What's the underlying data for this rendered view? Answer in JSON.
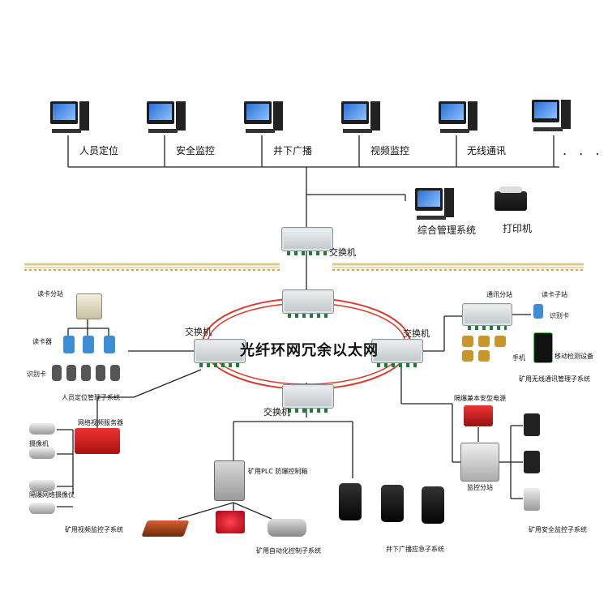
{
  "terminals": [
    {
      "label": "人员定位"
    },
    {
      "label": "安全监控"
    },
    {
      "label": "井下广播"
    },
    {
      "label": "视频监控"
    },
    {
      "label": "无线通讯"
    },
    {
      "label": ""
    }
  ],
  "more_marker": ". . .",
  "management": {
    "label": "综合管理系统",
    "printer": "打印机"
  },
  "core_switch_label": "交换机",
  "ring": {
    "label": "光纤环网冗余以太网",
    "left_switch_label": "交换机",
    "right_switch_label": "交换机",
    "bottom_switch_label": "交换机"
  },
  "personnel": {
    "station_label": "读卡分站",
    "reader_label": "读卡器",
    "card_label": "识别卡",
    "subsystem": "人员定位管理子系统"
  },
  "wireless": {
    "station_label": "通讯分站",
    "substation_label": "读卡子站",
    "id_card": "识别卡",
    "phone_label": "手机",
    "mobile_label": "移动检测设备",
    "subsystem": "矿用无线通讯管理子系统"
  },
  "video": {
    "server_label": "网络视频服务器",
    "camera_label": "摄像机",
    "ir_camera_label": "隔爆网络摄像仪",
    "subsystem": "矿用视频监控子系统"
  },
  "plc": {
    "box_label": "矿用PLC 防爆控制箱",
    "subsystem": "矿用自动化控制子系统"
  },
  "broadcast": {
    "subsystem": "井下广播应急子系统"
  },
  "safety": {
    "power_label": "隔爆兼本安型电源",
    "station_label": "监控分站",
    "subsystem": "矿用安全监控子系统"
  },
  "colors": {
    "ring": "#d93a2a",
    "ground": "#e2c98a",
    "lines": "#222222"
  }
}
